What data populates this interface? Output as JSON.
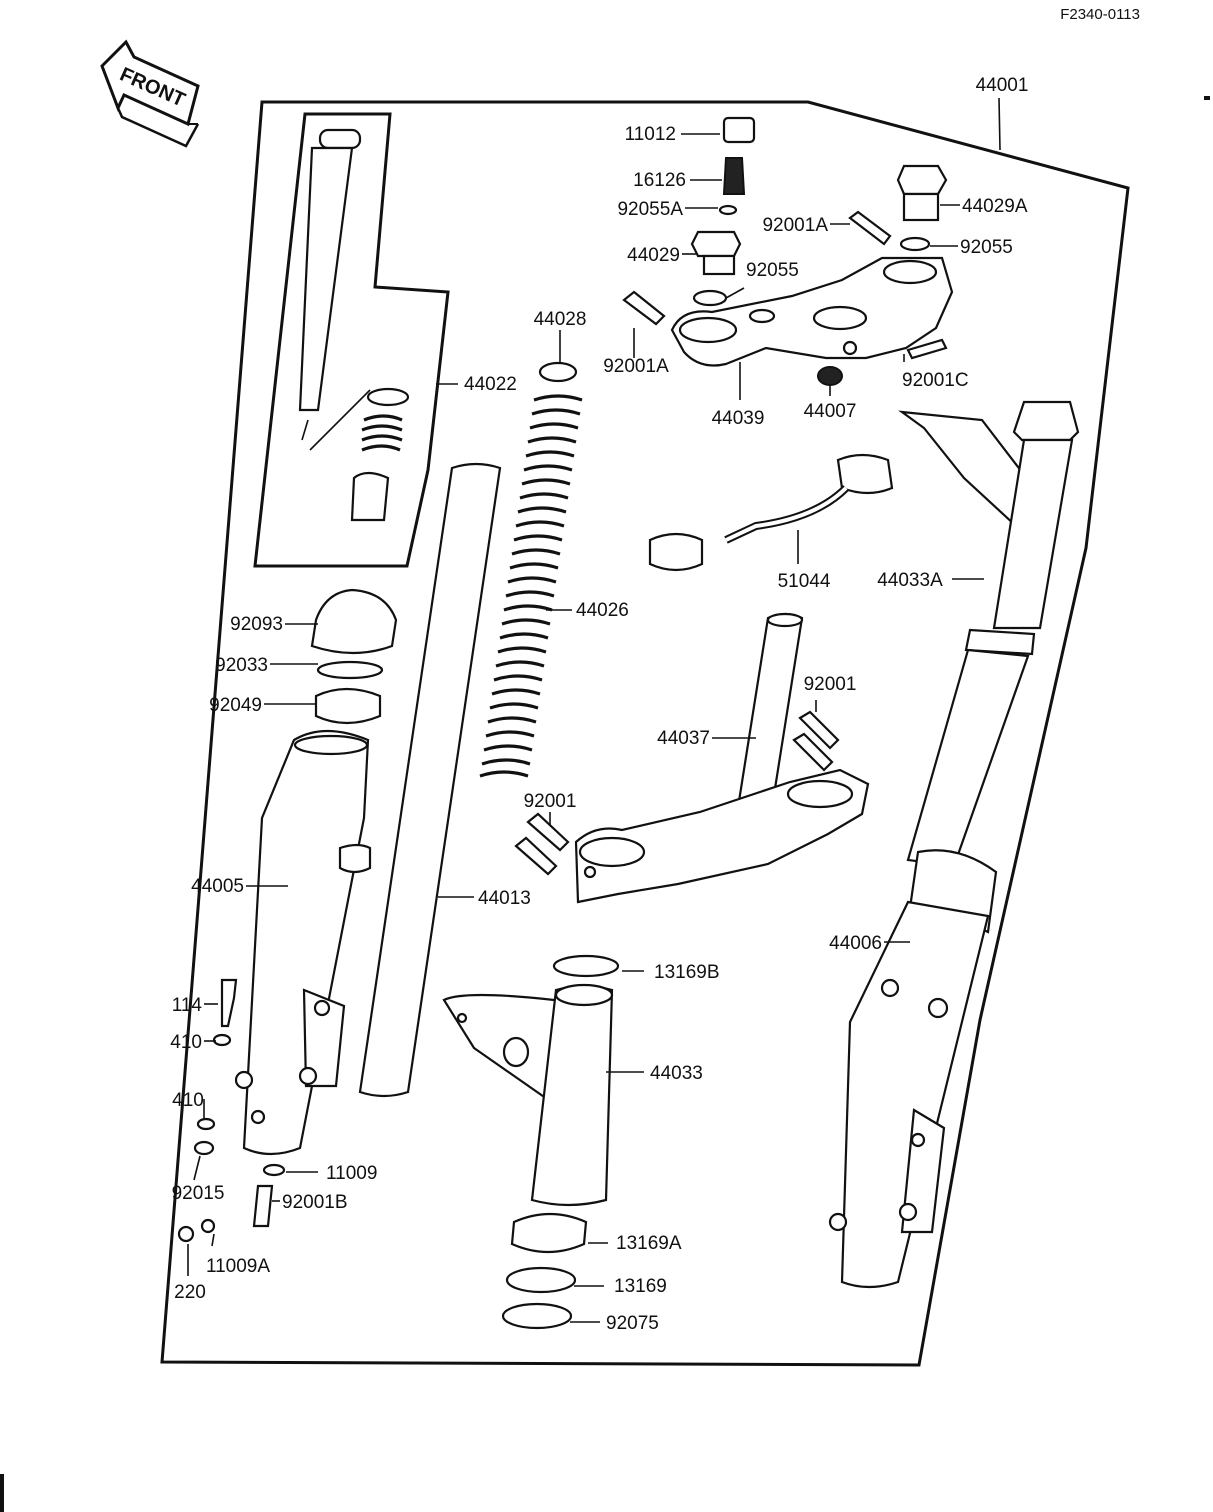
{
  "diagram_code": "F2340-0113",
  "direction_label": "FRONT",
  "colors": {
    "ink": "#111111",
    "paper": "#ffffff"
  },
  "labels": {
    "p44001": "44001",
    "p11012": "11012",
    "p16126": "16126",
    "p92055A": "92055A",
    "p44029": "44029",
    "p44029A": "44029A",
    "p92001A_top": "92001A",
    "p92055_right": "92055",
    "p92055_mid": "92055",
    "p44028": "44028",
    "p92001A_left": "92001A",
    "p44039": "44039",
    "p44007": "44007",
    "p92001C": "92001C",
    "p44022": "44022",
    "p51044": "51044",
    "p44033A": "44033A",
    "p44026": "44026",
    "p92093": "92093",
    "p92033": "92033",
    "p92049": "92049",
    "p92001_upper": "92001",
    "p44037": "44037",
    "p92001_lower": "92001",
    "p44005": "44005",
    "p44013": "44013",
    "p44006": "44006",
    "p13169B": "13169B",
    "p114": "114",
    "p410_a": "410",
    "p44033": "44033",
    "p410_b": "410",
    "p92015": "92015",
    "p11009": "11009",
    "p92001B": "92001B",
    "p11009A": "11009A",
    "p220": "220",
    "p13169A": "13169A",
    "p13169": "13169",
    "p92075": "92075"
  }
}
